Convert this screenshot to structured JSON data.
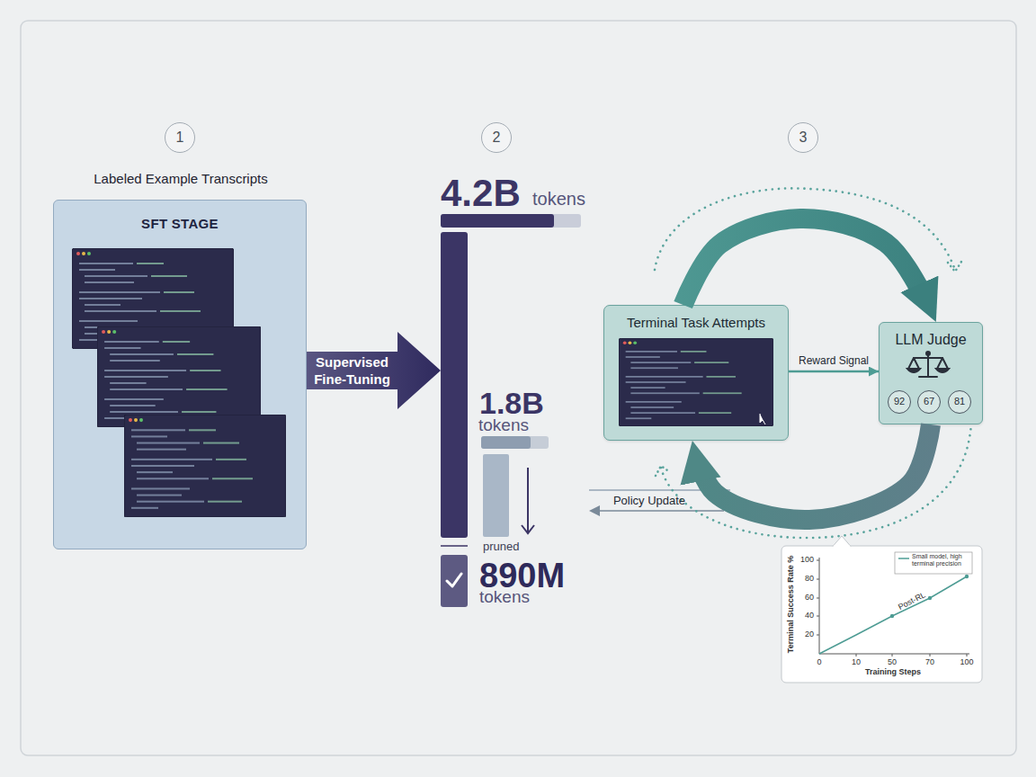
{
  "diagram": {
    "nodes": [
      {
        "text": [
          "1"
        ]
      },
      {
        "text": [
          "2"
        ]
      },
      {
        "text": [
          "3"
        ]
      },
      {
        "text": [
          "Labeled Example Transcripts",
          "SFT STAGE"
        ]
      },
      {
        "text": [
          "4.2B",
          "tokens"
        ]
      },
      {
        "text": [
          "1.8B",
          "tokens"
        ]
      },
      {
        "text": [
          "890M",
          "tokens"
        ]
      },
      {
        "text": [
          "Terminal Task Attempts"
        ]
      },
      {
        "text": [
          "LLM Judge"
        ]
      },
      {
        "text": [
          "92"
        ],
        "in": 8
      },
      {
        "text": [
          "67"
        ],
        "in": 8
      },
      {
        "text": [
          "81"
        ],
        "in": 8
      }
    ],
    "edges": [
      {
        "from": 3,
        "to": 4,
        "label": "Supervised Fine-Tuning",
        "arrow": "to"
      },
      {
        "from": 7,
        "to": 8,
        "label": "Reward Signal",
        "arrow": "to"
      },
      {
        "from": 7,
        "to": 8,
        "arrow": "to"
      },
      {
        "from": 8,
        "to": 7,
        "arrow": "to"
      }
    ],
    "labels": [
      "pruned",
      "Policy Update",
      "100",
      "80",
      "60",
      "40",
      "20",
      "0",
      "10",
      "50",
      "70",
      "100",
      "Terminal Success Rate %",
      "Training Steps",
      "Post-RL"
    ],
    "legend": [
      {
        "text": "Small model, high terminal precision"
      }
    ]
  }
}
